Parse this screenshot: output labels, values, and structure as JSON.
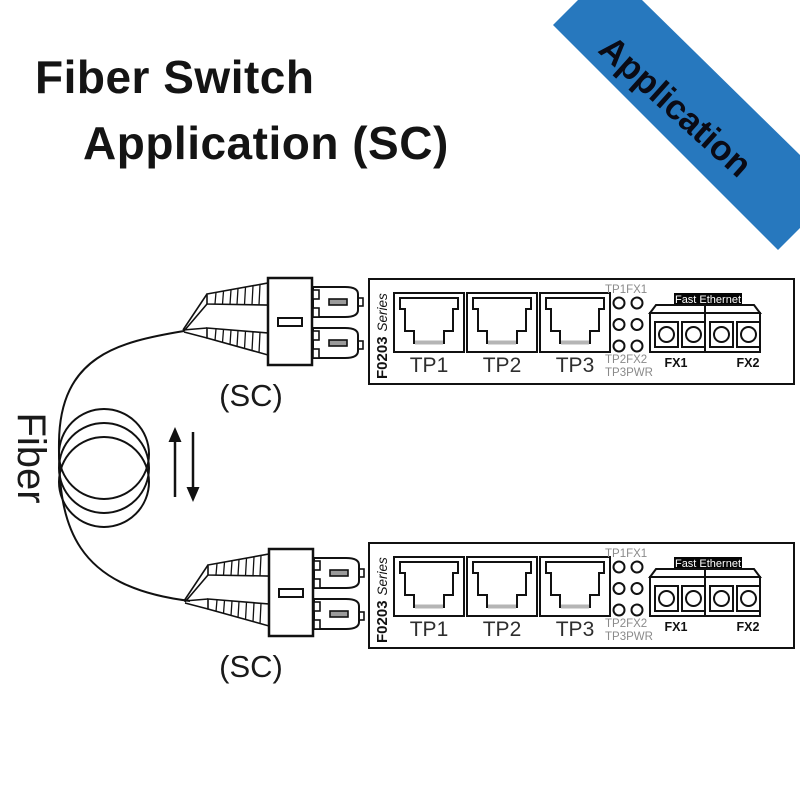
{
  "title": {
    "line1": "Fiber Switch",
    "line2": "Application (SC)"
  },
  "ribbon": {
    "label": "Application",
    "color": "#2778be"
  },
  "fiber": {
    "label": "Fiber"
  },
  "connectors": [
    {
      "type_label": "(SC)"
    },
    {
      "type_label": "(SC)"
    }
  ],
  "devices": [
    {
      "model": "F0203",
      "series": "Series",
      "tp_ports": [
        "TP1",
        "TP2",
        "TP3"
      ],
      "led_labels": [
        "TP1FX1",
        "TP2FX2",
        "TP3PWR"
      ],
      "badge": "Fast Ethernet",
      "fx_ports": [
        "FX1",
        "FX2"
      ]
    },
    {
      "model": "F0203",
      "series": "Series",
      "tp_ports": [
        "TP1",
        "TP2",
        "TP3"
      ],
      "led_labels": [
        "TP1FX1",
        "TP2FX2",
        "TP3PWR"
      ],
      "badge": "Fast Ethernet",
      "fx_ports": [
        "FX1",
        "FX2"
      ]
    }
  ],
  "colors": {
    "ribbon_blue": "#2778be",
    "led_label_gray": "#8a8a8a",
    "jack_shadow_gray": "#b5b5b5",
    "badge_bg": "#000000",
    "badge_text": "#ffffff",
    "line_black": "#111111"
  }
}
